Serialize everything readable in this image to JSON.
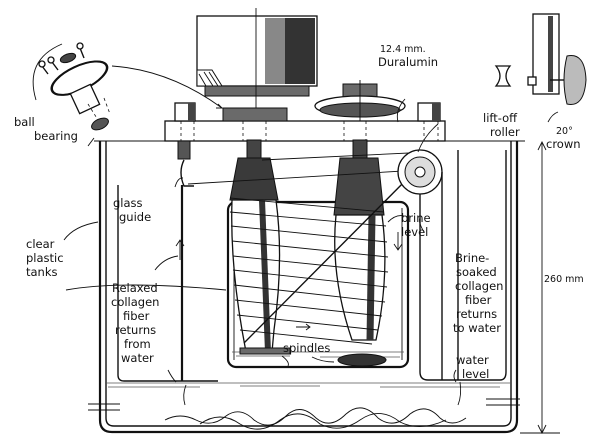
{
  "figure": {
    "title": "Collagen fiber brine-soaking apparatus",
    "labels": {
      "ball_bearing": [
        "ball",
        "bearing"
      ],
      "duralumin": [
        "12.4 mm.",
        "Duralumin"
      ],
      "lift_off_roller": [
        "lift-off",
        "roller"
      ],
      "angle": "20°",
      "crown": "crown",
      "glass_guide": [
        "glass",
        "guide"
      ],
      "clear_plastic_tanks": [
        "clear",
        "plastic",
        "tanks"
      ],
      "relaxed_fiber": [
        "Relaxed",
        "collagen",
        "fiber",
        "returns",
        "from",
        "water"
      ],
      "brine_level": [
        "brine",
        "level"
      ],
      "brine_soaked_fiber": [
        "Brine-",
        "soaked",
        "collagen",
        "fiber",
        "returns",
        "to water"
      ],
      "height_dimension": "260 mm",
      "spindles": "spindles",
      "water_level": [
        "water",
        "level"
      ]
    }
  }
}
